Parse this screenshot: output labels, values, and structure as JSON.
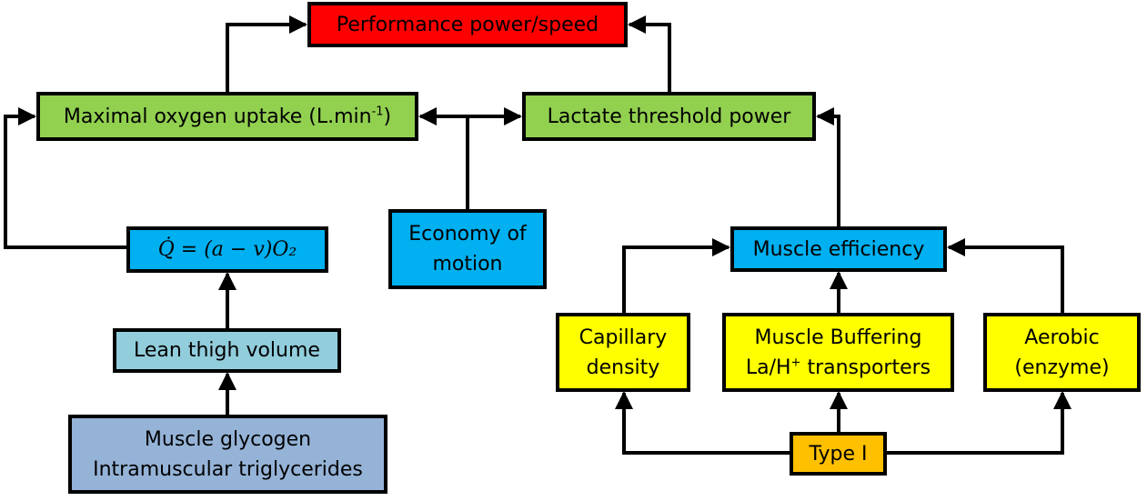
{
  "nodes": {
    "performance": "Performance power/speed",
    "vo2max": "Maximal oxygen uptake (L.min",
    "vo2max_sup": "-1",
    "vo2max_end": ")",
    "lactate": "Lactate threshold power",
    "cardiac": "Q̇ = (a − v)O₂",
    "economy_1": "Economy of",
    "economy_2": "motion",
    "muscle_efficiency": "Muscle efficiency",
    "lean_thigh": "Lean thigh volume",
    "glycogen_1": "Muscle glycogen",
    "glycogen_2": "Intramuscular triglycerides",
    "capillary_1": "Capillary",
    "capillary_2": "density",
    "buffering_1": "Muscle Buffering",
    "buffering_2a": "La/H",
    "buffering_sup": "+",
    "buffering_2b": " transporters",
    "aerobic_1": "Aerobic",
    "aerobic_2": "(enzyme)",
    "type1": "Type I"
  },
  "colors": {
    "red": "#FF0000",
    "green": "#92D050",
    "blue": "#00B0F0",
    "light_blue": "#92CDDC",
    "steel_blue": "#95B3D7",
    "yellow": "#FFFF00",
    "orange": "#FFC000"
  }
}
